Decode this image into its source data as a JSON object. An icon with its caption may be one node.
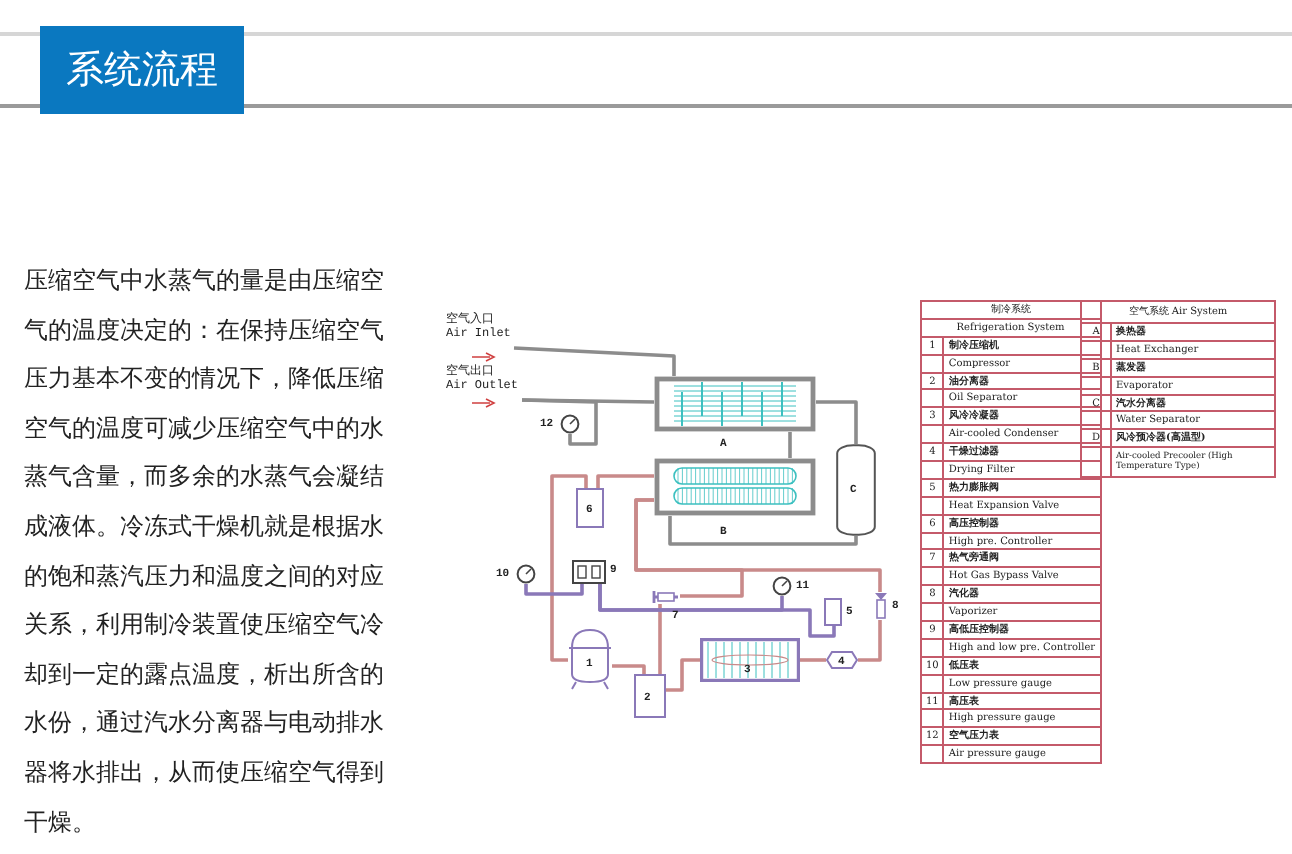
{
  "diagram": {
    "title": "系统流程",
    "nodes": [
      {
        "text": [
          "空气入口 Air Inlet"
        ]
      },
      {
        "text": [
          "空气出口 Air Outlet"
        ]
      },
      {
        "text": [
          "A"
        ]
      },
      {
        "text": [
          "B"
        ]
      },
      {
        "text": [
          "C"
        ]
      },
      {
        "text": [
          "12"
        ]
      },
      {
        "text": [
          "6"
        ]
      },
      {
        "text": [
          "10"
        ]
      },
      {
        "text": [
          "9"
        ]
      },
      {
        "text": [
          "7"
        ]
      },
      {
        "text": [
          "11"
        ]
      },
      {
        "text": [
          "5"
        ]
      },
      {
        "text": [
          "8"
        ]
      },
      {
        "text": [
          "1"
        ]
      },
      {
        "text": [
          "2"
        ]
      },
      {
        "text": [
          "3"
        ]
      },
      {
        "text": [
          "4"
        ]
      }
    ],
    "edges": [
      {
        "from": 0,
        "to": 2,
        "arrow": "none",
        "color": "#8c8c8c"
      },
      {
        "from": 2,
        "to": 1,
        "arrow": "none",
        "color": "#8c8c8c"
      },
      {
        "from": 2,
        "to": 4,
        "arrow": "none",
        "color": "#8c8c8c"
      },
      {
        "from": 2,
        "to": 3,
        "arrow": "none",
        "color": "#8c8c8c"
      },
      {
        "from": 4,
        "to": 3,
        "arrow": "none",
        "color": "#8c8c8c"
      },
      {
        "from": 5,
        "to": 1,
        "arrow": "none",
        "color": "#8c8c8c"
      },
      {
        "from": 13,
        "to": 14,
        "arrow": "none"
      },
      {
        "from": 14,
        "to": 15,
        "arrow": "none"
      },
      {
        "from": 15,
        "to": 16,
        "arrow": "none"
      },
      {
        "from": 16,
        "to": 12,
        "arrow": "none"
      },
      {
        "from": 12,
        "to": 3,
        "arrow": "none"
      },
      {
        "from": 3,
        "to": 6,
        "arrow": "none"
      },
      {
        "from": 6,
        "to": 13,
        "arrow": "none"
      },
      {
        "from": 9,
        "to": 14,
        "arrow": "none"
      },
      {
        "from": 9,
        "to": 3,
        "arrow": "none"
      },
      {
        "from": 7,
        "to": 8,
        "arrow": "none",
        "color": "#8a78b8"
      },
      {
        "from": 8,
        "to": 11,
        "arrow": "none",
        "color": "#8a78b8"
      },
      {
        "from": 10,
        "to": 8,
        "arrow": "none",
        "color": "#8a78b8"
      }
    ],
    "labels": [
      "压缩空气中水蒸气的量是由压缩空气的温度决定的：在保持压缩空气压力基本不变的情况下，降低压缩空气的温度可减少压缩空气中的水蒸气含量，而多余的水蒸气会凝结成液体。冷冻式干燥机就是根据水的饱和蒸汽压力和温度之间的对应关系，利用制冷装置使压缩空气冷却到一定的露点温度，析出所含的水份，通过汽水分离器与电动排水器将水排出，从而使压缩空气得到干燥。",
      "制冷系统",
      "Refrigeration System",
      "1",
      "制冷压缩机",
      "Compressor",
      "2",
      "油分离器",
      "Oil Separator",
      "3",
      "风冷冷凝器",
      "Air-cooled Condenser",
      "4",
      "干燥过滤器",
      "Drying Filter",
      "5",
      "热力膨胀阀",
      "Heat Expansion Valve",
      "6",
      "高压控制器",
      "High pre. Controller",
      "7",
      "热气旁通阀",
      "Hot Gas Bypass Valve",
      "8",
      "汽化器",
      "Vaporizer",
      "9",
      "高低压控制器",
      "High and low pre. Controller",
      "10",
      "低压表",
      "Low pressure gauge",
      "11",
      "高压表",
      "High pressure gauge",
      "12",
      "空气压力表",
      "Air pressure gauge",
      "空气系统 Air System",
      "A",
      "换热器",
      "Heat Exchanger",
      "B",
      "蒸发器",
      "Evaporator",
      "C",
      "汽水分离器",
      "Water Separator",
      "D",
      "风冷预冷器(高温型)",
      "Air-cooled Precooler (High Temperature Type)"
    ]
  }
}
